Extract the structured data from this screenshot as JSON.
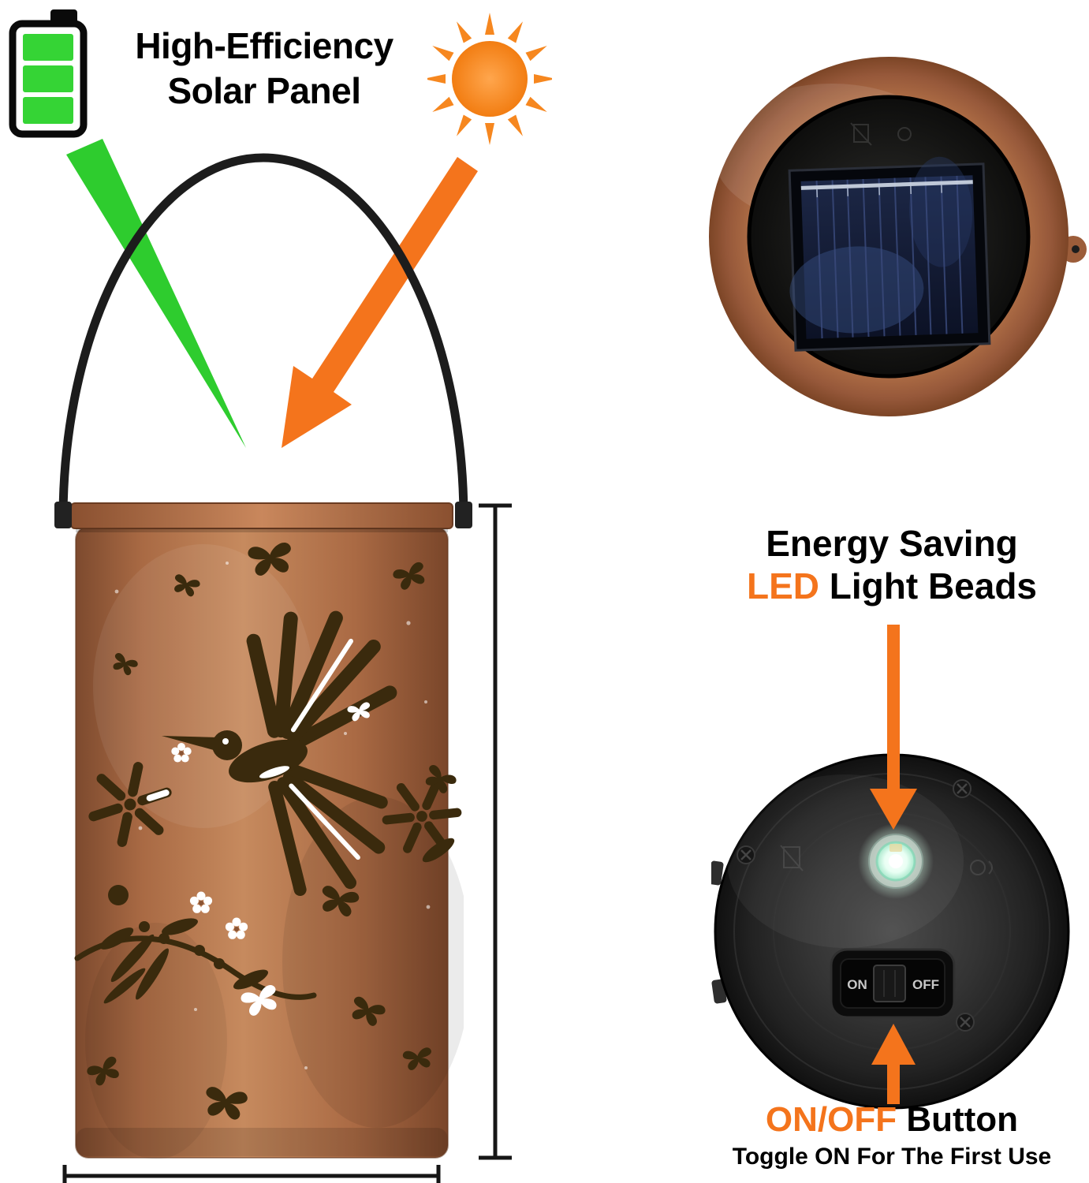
{
  "callouts": {
    "solar_panel": {
      "line1": "High-Efficiency",
      "line2": "Solar Panel"
    },
    "led": {
      "line1": "Energy Saving",
      "highlight": "LED",
      "rest": " Light Beads"
    },
    "on_off": {
      "highlight": "ON/OFF",
      "rest": " Button",
      "subtitle": "Toggle ON For The First Use"
    }
  },
  "photo_labels": {
    "switch_on": "ON",
    "switch_off": "OFF"
  },
  "colors": {
    "accent_orange": "#F4741C",
    "accent_green": "#2ECC2E",
    "battery_green": "#35D435",
    "sun_orange": "#F6871F",
    "copper": "#B4714A",
    "ink": "#161616"
  },
  "icons": {
    "top_left": "battery-charging-icon",
    "top_right": "sun-icon",
    "left_callout": "green-arrow-icon",
    "sun_callout": "orange-arrow-icon",
    "led_callout": "arrow-down-icon",
    "onoff_callout": "arrow-up-icon"
  }
}
